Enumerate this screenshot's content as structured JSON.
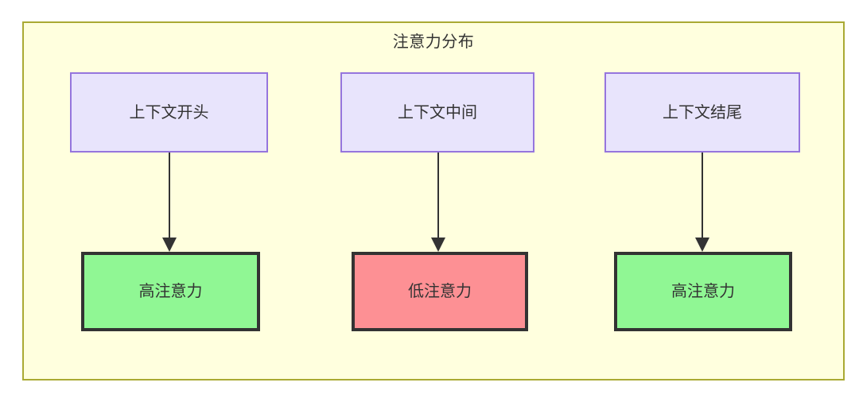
{
  "diagram": {
    "type": "flowchart",
    "title": "注意力分布",
    "background_color": "#ffffff",
    "container": {
      "fill_color": "#ffffde",
      "border_color": "#aaaa33"
    },
    "palette": {
      "context_fill": "#e8e4fc",
      "context_border": "#9575dd",
      "high_attention_fill": "#90f794",
      "low_attention_fill": "#fd9094",
      "attention_border": "#333333",
      "text_color": "#333333",
      "edge_color": "#333333"
    },
    "nodes": {
      "context_start": {
        "label": "上下文开头"
      },
      "context_middle": {
        "label": "上下文中间"
      },
      "context_end": {
        "label": "上下文结尾"
      },
      "attention_start": {
        "label": "高注意力"
      },
      "attention_middle": {
        "label": "低注意力"
      },
      "attention_end": {
        "label": "高注意力"
      }
    },
    "edges": [
      {
        "from": "context_start",
        "to": "attention_start",
        "label": ""
      },
      {
        "from": "context_middle",
        "to": "attention_middle",
        "label": ""
      },
      {
        "from": "context_end",
        "to": "attention_end",
        "label": ""
      }
    ]
  }
}
